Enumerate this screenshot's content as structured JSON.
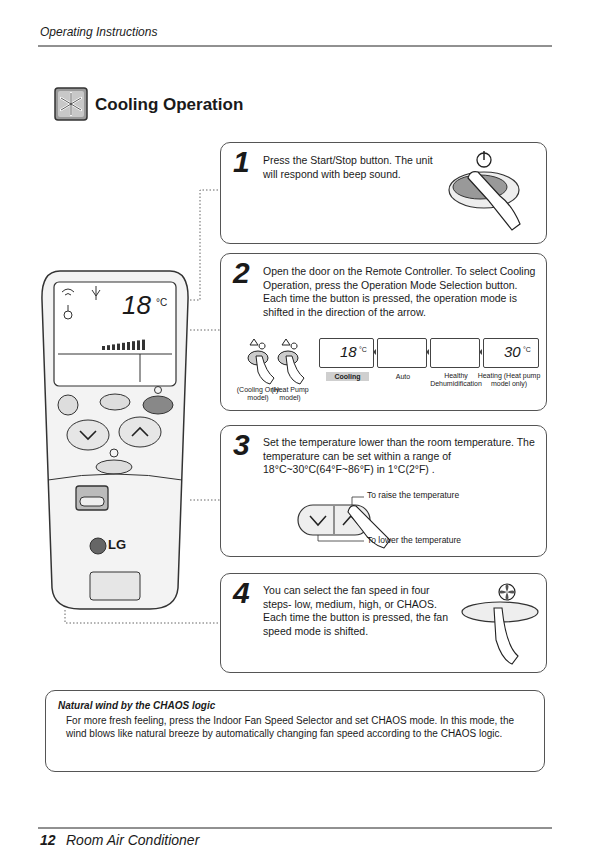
{
  "diagram": {
    "title": "Cooling Operation",
    "nodes": [
      {
        "text": [
          "1",
          "Press the Start/Stop button. The unit will respond with beep sound."
        ]
      },
      {
        "text": [
          "2",
          "Open the door on the Remote Controller. To select Cooling Operation, press the Operation Mode Selection button. Each time the button is pressed, the operation mode is shifted in the direction of the arrow."
        ]
      },
      {
        "text": [
          "18",
          "°C",
          "Cooling"
        ],
        "in": 1
      },
      {
        "text": [
          "Auto"
        ],
        "in": 1
      },
      {
        "text": [
          "Healthy Dehumidification"
        ],
        "in": 1
      },
      {
        "text": [
          "30",
          "°C",
          "Heating (Heat pump model only)"
        ],
        "in": 1
      },
      {
        "text": [
          "3",
          "Set the temperature lower than the room temperature. The temperature can be set within a range of 18°C~30°C(64°F~86°F) in 1°C(2°F) ."
        ]
      },
      {
        "text": [
          "4",
          "You can select the fan speed in four steps- low, medium, high, or CHAOS. Each time the button is pressed, the fan speed mode is shifted."
        ]
      },
      {
        "text": [
          "18",
          "°C",
          "LG"
        ]
      },
      {
        "text": [
          "Natural wind by the CHAOS logic",
          "For more fresh feeling, press the Indoor Fan Speed Selector and set CHAOS mode. In this mode, the wind blows like natural breeze by automatically changing fan speed according to the CHAOS logic."
        ]
      }
    ],
    "edges": [
      {
        "from": 8,
        "to": 0,
        "arrow": "none"
      },
      {
        "from": 8,
        "to": 1,
        "arrow": "none"
      },
      {
        "from": 8,
        "to": 6,
        "arrow": "none"
      },
      {
        "from": 8,
        "to": 7,
        "arrow": "none"
      }
    ],
    "labels": [
      "Operating Instructions",
      "(Cooling Only model)",
      "(Heat Pump model)",
      "To raise the temperature",
      "To lower the temperature",
      "12",
      "Room Air Conditioner"
    ]
  }
}
